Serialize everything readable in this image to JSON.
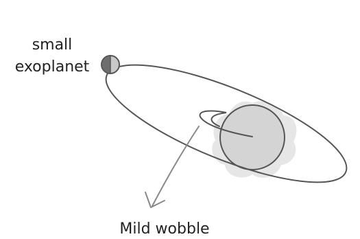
{
  "diagram": {
    "planet_label_line1": "small",
    "planet_label_line2": "exoplanet",
    "wobble_label": "Mild wobble"
  },
  "colors": {
    "background": "#ffffff",
    "outline": "#555555",
    "star_fill": "#d4d4d4",
    "star_halo": "#e6e6e6",
    "planet_fill": "#c8c8c8",
    "planet_shadow": "#6e6e6e",
    "arrow": "#888888",
    "text": "#222222"
  }
}
